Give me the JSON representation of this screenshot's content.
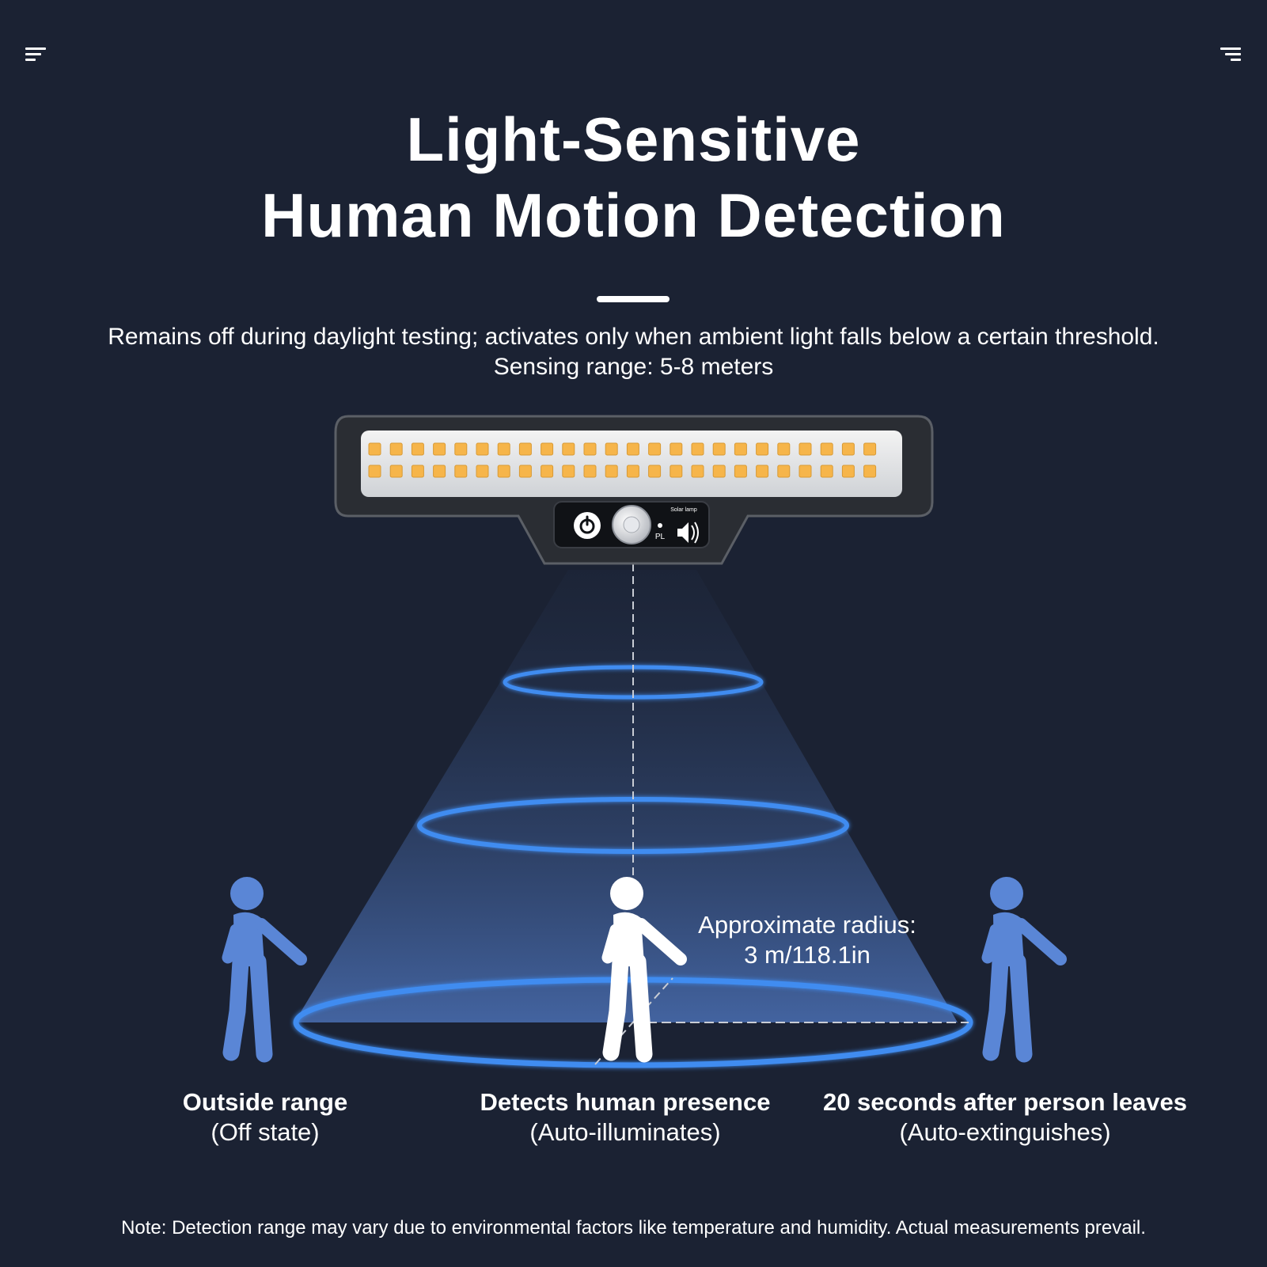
{
  "header": {
    "title_line1": "Light-Sensitive",
    "title_line2": "Human Motion Detection",
    "subtitle_line1": "Remains off during daylight testing; activates only when ambient light falls below a certain threshold.",
    "subtitle_line2": "Sensing range: 5-8 meters"
  },
  "icons": {
    "left": "menu-left-icon",
    "right": "menu-right-icon",
    "power": "power-icon",
    "sound": "sound-icon"
  },
  "device": {
    "label": "Solar lamp",
    "mode": "PL"
  },
  "diagram": {
    "radius_label_line1": "Approximate radius:",
    "radius_label_line2": "3 m/118.1in"
  },
  "states": [
    {
      "title": "Outside range",
      "subtitle": "(Off state)"
    },
    {
      "title": "Detects human presence",
      "subtitle": "(Auto-illuminates)"
    },
    {
      "title": "20 seconds after person leaves",
      "subtitle": "(Auto-extinguishes)"
    }
  ],
  "note": "Note: Detection range may vary due to environmental factors like temperature and humidity. Actual measurements prevail.",
  "colors": {
    "background": "#1b2233",
    "ring": "#3f8cf0",
    "figure_blue": "#5a86d6",
    "figure_active": "#ffffff",
    "led": "#f6b54a"
  }
}
